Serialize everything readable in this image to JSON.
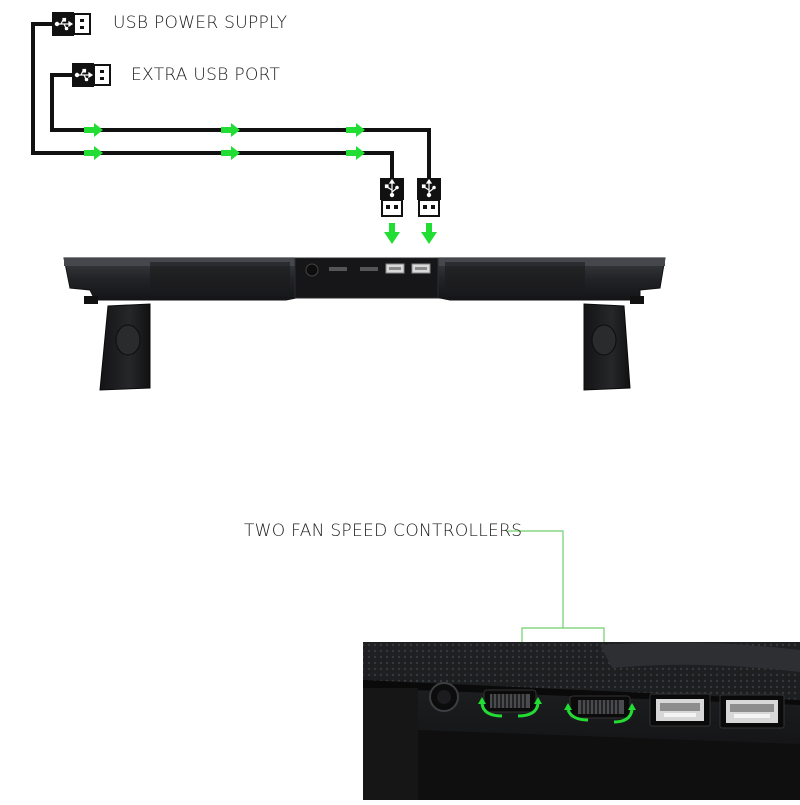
{
  "labels": {
    "usb_power_supply": "USB POWER SUPPLY",
    "extra_usb_port": "EXTRA USB PORT",
    "fan_speed_controllers": "TWO FAN SPEED CONTROLLERS"
  },
  "colors": {
    "arrow_green": "#22dd33",
    "line_black": "#111111",
    "device_body": "#1f2023",
    "device_edge": "#3a3c40",
    "port_silver": "#c8c8c8"
  },
  "icons": [
    "usb-plug-icon",
    "usb-symbol-icon",
    "arrow-right-icon",
    "arrow-down-icon",
    "rotate-arrow-icon"
  ]
}
